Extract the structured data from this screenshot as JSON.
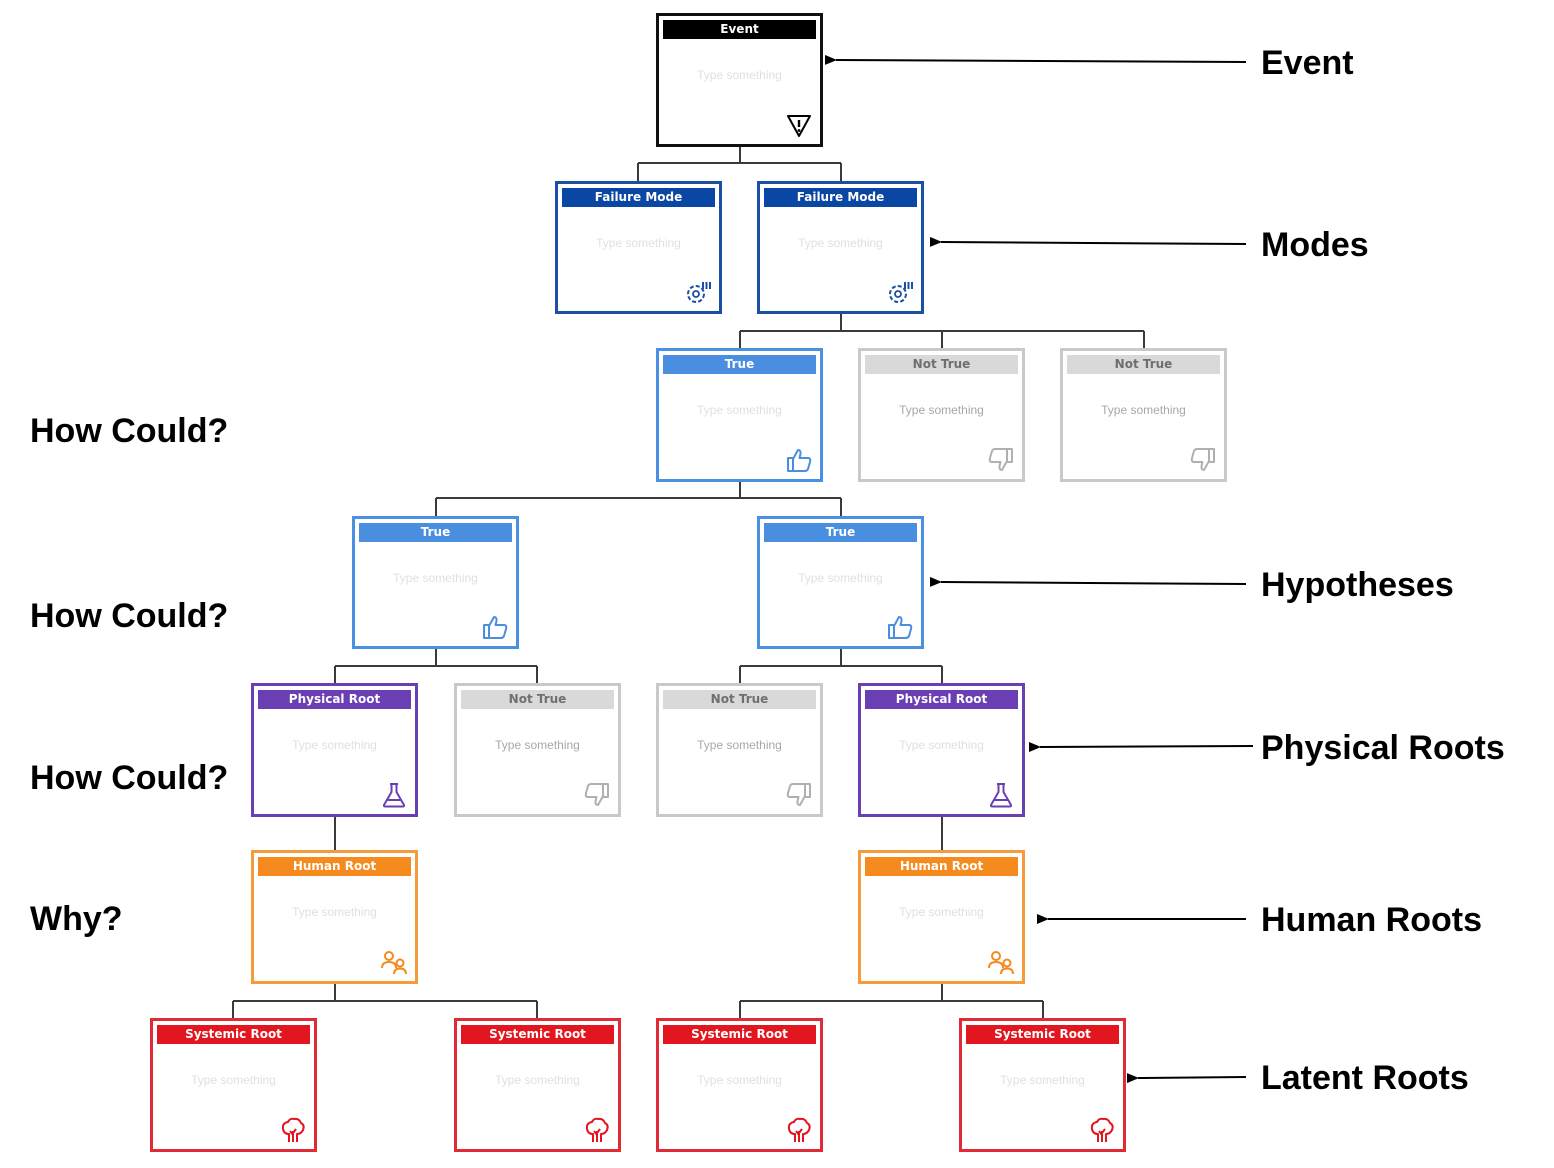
{
  "placeholder": "Type something",
  "colors": {
    "event": "#000000",
    "failure_mode": "#0a46a3",
    "true": "#4a8ee0",
    "not_true": "#d9d9d9",
    "physical_root": "#6a3fb3",
    "human_root": "#f58a1f",
    "systemic_root": "#e1161f"
  },
  "nodes": {
    "event": {
      "label": "Event",
      "icon": "warning-icon"
    },
    "failure_mode_1": {
      "label": "Failure Mode",
      "icon": "gear-settings-icon"
    },
    "failure_mode_2": {
      "label": "Failure Mode",
      "icon": "gear-settings-icon"
    },
    "true_1": {
      "label": "True",
      "icon": "thumbs-up-icon"
    },
    "not_true_1": {
      "label": "Not True",
      "icon": "thumbs-down-icon"
    },
    "not_true_2": {
      "label": "Not True",
      "icon": "thumbs-down-icon"
    },
    "true_2": {
      "label": "True",
      "icon": "thumbs-up-icon"
    },
    "true_3": {
      "label": "True",
      "icon": "thumbs-up-icon"
    },
    "physical_root_1": {
      "label": "Physical Root",
      "icon": "flask-icon"
    },
    "not_true_3": {
      "label": "Not True",
      "icon": "thumbs-down-icon"
    },
    "not_true_4": {
      "label": "Not True",
      "icon": "thumbs-down-icon"
    },
    "physical_root_2": {
      "label": "Physical Root",
      "icon": "flask-icon"
    },
    "human_root_1": {
      "label": "Human Root",
      "icon": "people-icon"
    },
    "human_root_2": {
      "label": "Human Root",
      "icon": "people-icon"
    },
    "systemic_root_1": {
      "label": "Systemic Root",
      "icon": "tree-icon"
    },
    "systemic_root_2": {
      "label": "Systemic Root",
      "icon": "tree-icon"
    },
    "systemic_root_3": {
      "label": "Systemic Root",
      "icon": "tree-icon"
    },
    "systemic_root_4": {
      "label": "Systemic Root",
      "icon": "tree-icon"
    }
  },
  "left_labels": {
    "how_could_1": "How Could?",
    "how_could_2": "How Could?",
    "how_could_3": "How Could?",
    "why": "Why?"
  },
  "right_labels": {
    "event": "Event",
    "modes": "Modes",
    "hypotheses": "Hypotheses",
    "physical_roots": "Physical Roots",
    "human_roots": "Human Roots",
    "latent_roots": "Latent Roots"
  }
}
